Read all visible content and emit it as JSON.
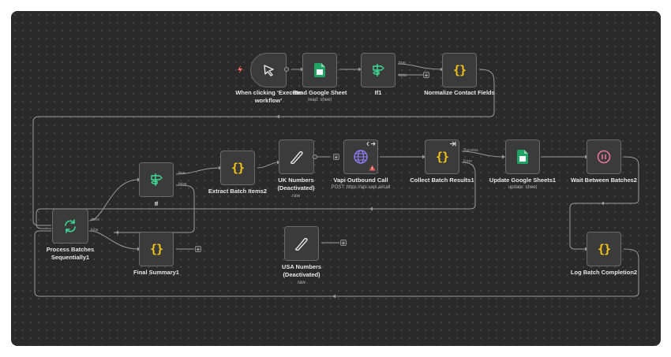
{
  "nodes": {
    "trigger": {
      "label": "When clicking ‘Execute workflow’"
    },
    "read_sheet": {
      "label": "Read Google Sheet",
      "sub": "read: sheet"
    },
    "if1": {
      "label": "If1",
      "true_label": "true",
      "false_label": "false"
    },
    "normalize": {
      "label": "Normalize Contact Fields"
    },
    "process_batches": {
      "label": "Process Batches Sequentially1",
      "done_label": "done",
      "loop_label": "loop"
    },
    "if": {
      "label": "If",
      "true_label": "true",
      "false_label": "false"
    },
    "extract": {
      "label": "Extract Batch Items2"
    },
    "uk_numbers": {
      "label": "UK Numbers (Deactivated)",
      "sub": "raw"
    },
    "vapi": {
      "label": "Vapi Outbound Call",
      "sub": "POST: https://api.vapi.ai/call"
    },
    "collect": {
      "label": "Collect Batch Results1",
      "success_label": "Success",
      "error_label": "Error"
    },
    "update_sheets": {
      "label": "Update Google Sheets1",
      "sub": "update: sheet"
    },
    "wait": {
      "label": "Wait Between Batches2"
    },
    "final_summary": {
      "label": "Final Summary1"
    },
    "usa_numbers": {
      "label": "USA Numbers (Deactivated)",
      "sub": "raw"
    },
    "log": {
      "label": "Log Batch Completion2"
    }
  },
  "add_button_glyph": "+",
  "colors": {
    "canvas": "#2a2a2a",
    "node": "#3b3b3b",
    "border": "#6a6a6a",
    "wire": "#9a9a9a",
    "braces": "#f5c518",
    "sheets": "#21a366",
    "if_icon": "#3ddc97",
    "loop_icon": "#3ddc97",
    "wait_icon": "#e8739a",
    "http_icon": "#8f7cf6",
    "trigger_bolt": "#ff6d5a"
  }
}
